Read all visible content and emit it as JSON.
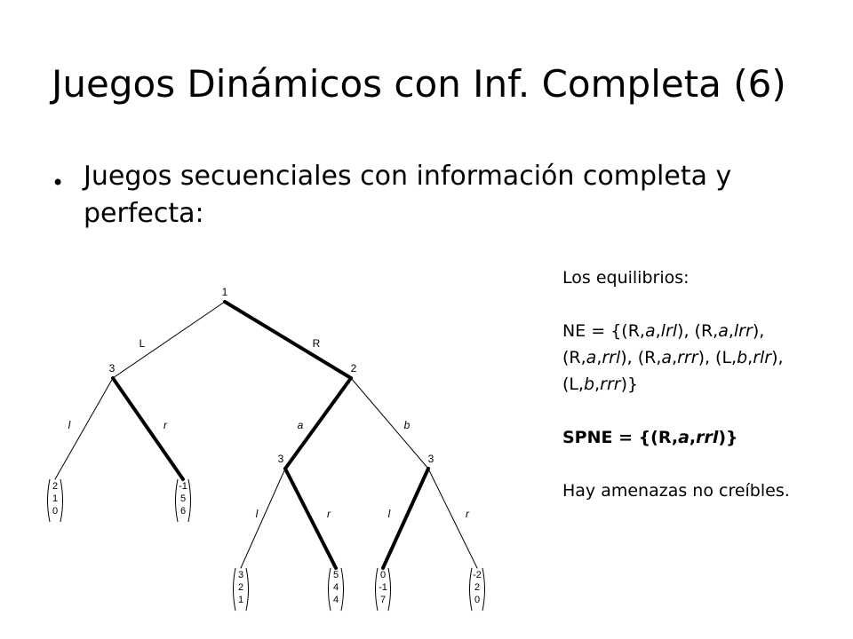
{
  "slide": {
    "title": "Juegos Dinámicos con Inf. Completa (6)",
    "bullet_symbol": "•",
    "bullet_text": "Juegos secuenciales con información completa y perfecta:"
  },
  "side_text": {
    "equilibria_heading": "Los equilibrios:",
    "ne": {
      "prefix": "NE = {(R,",
      "parts": [
        [
          "i",
          "a"
        ],
        [
          "n",
          ","
        ],
        [
          "i",
          "lrl"
        ],
        [
          "n",
          "), (R,"
        ],
        [
          "i",
          "a"
        ],
        [
          "n",
          ","
        ],
        [
          "i",
          "lrr"
        ],
        [
          "n",
          "),"
        ],
        [
          "br",
          ""
        ],
        [
          "n",
          "(R,"
        ],
        [
          "i",
          "a"
        ],
        [
          "n",
          ","
        ],
        [
          "i",
          "rrl"
        ],
        [
          "n",
          "), (R,"
        ],
        [
          "i",
          "a"
        ],
        [
          "n",
          ","
        ],
        [
          "i",
          "rrr"
        ],
        [
          "n",
          "), (L,"
        ],
        [
          "i",
          "b"
        ],
        [
          "n",
          ","
        ],
        [
          "i",
          "rlr"
        ],
        [
          "n",
          "),"
        ],
        [
          "br",
          ""
        ],
        [
          "n",
          "(L,"
        ],
        [
          "i",
          "b"
        ],
        [
          "n",
          ","
        ],
        [
          "i",
          "rrr"
        ],
        [
          "n",
          ")}"
        ]
      ]
    },
    "spne": {
      "parts": [
        [
          "n",
          "SPNE = {(R,"
        ],
        [
          "i",
          "a"
        ],
        [
          "n",
          ","
        ],
        [
          "i",
          "rrl"
        ],
        [
          "n",
          ")}"
        ]
      ]
    },
    "conclusion": "Hay amenazas no creíbles."
  },
  "tree": {
    "nodes": [
      {
        "id": "root",
        "player": "1"
      },
      {
        "id": "n3",
        "player": "3"
      },
      {
        "id": "n2",
        "player": "2"
      },
      {
        "id": "n3a",
        "player": "3"
      },
      {
        "id": "n3b",
        "player": "3"
      }
    ],
    "edges": [
      {
        "id": "root-L",
        "label": "L",
        "italic": false,
        "bold": false
      },
      {
        "id": "root-R",
        "label": "R",
        "italic": false,
        "bold": true
      },
      {
        "id": "n3-l",
        "label": "l",
        "italic": true,
        "bold": false
      },
      {
        "id": "n3-r",
        "label": "r",
        "italic": true,
        "bold": true
      },
      {
        "id": "n2-a",
        "label": "a",
        "italic": true,
        "bold": true
      },
      {
        "id": "n2-b",
        "label": "b",
        "italic": true,
        "bold": false
      },
      {
        "id": "n3a-l",
        "label": "l",
        "italic": true,
        "bold": false
      },
      {
        "id": "n3a-r",
        "label": "r",
        "italic": true,
        "bold": true
      },
      {
        "id": "n3b-l",
        "label": "l",
        "italic": true,
        "bold": true
      },
      {
        "id": "n3b-r",
        "label": "r",
        "italic": true,
        "bold": false
      }
    ],
    "payoffs": [
      {
        "id": "p-Ll",
        "values": [
          "2",
          "1",
          "0"
        ]
      },
      {
        "id": "p-Lr",
        "values": [
          "-1",
          "5",
          "6"
        ]
      },
      {
        "id": "p-Ral",
        "values": [
          "3",
          "2",
          "1"
        ]
      },
      {
        "id": "p-Rar",
        "values": [
          "5",
          "4",
          "4"
        ]
      },
      {
        "id": "p-Rbl",
        "values": [
          "0",
          "-1",
          "7"
        ]
      },
      {
        "id": "p-Rbr",
        "values": [
          "-2",
          "2",
          "0"
        ]
      }
    ]
  }
}
